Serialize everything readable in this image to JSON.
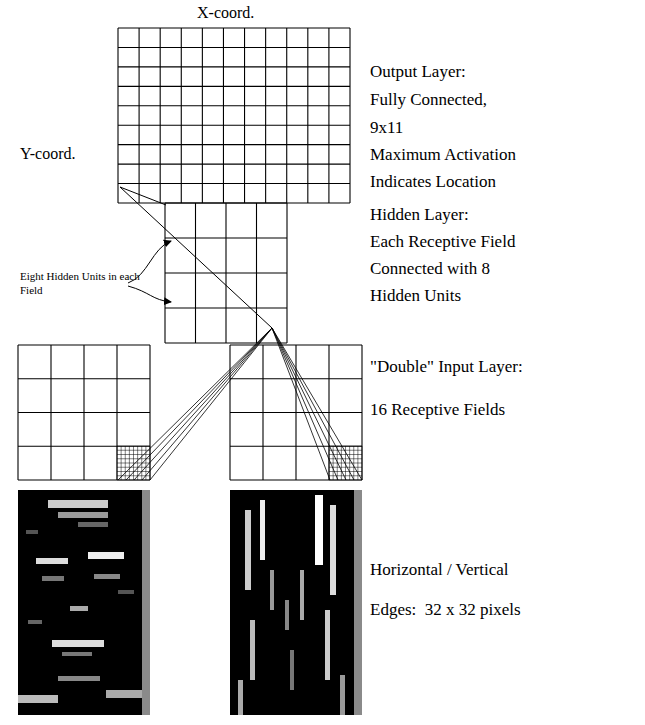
{
  "diagram": {
    "labels": [
      "X-coord.",
      "Y-coord.",
      "Output Layer:",
      "Fully Connected,",
      "9x11",
      "Maximum Activation",
      "Indicates Location",
      "Eight Hidden Units in each",
      "Field",
      "Hidden Layer:",
      "Each Receptive Field",
      "Connected with 8",
      "Hidden Units",
      "\"Double\" Input Layer:",
      "16 Receptive Fields",
      "Horizontal / Vertical",
      "Edges:  32 x 32 pixels"
    ]
  }
}
